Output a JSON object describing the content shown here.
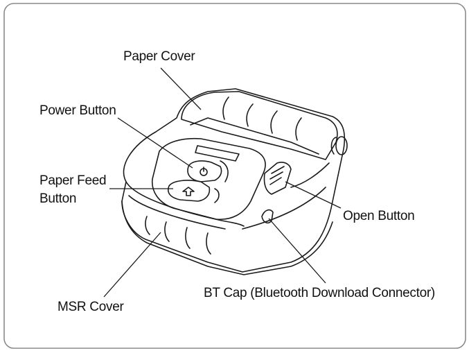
{
  "labels": {
    "paper_cover": "Paper Cover",
    "power_button": "Power Button",
    "paper_feed_line1": "Paper Feed",
    "paper_feed_line2": "Button",
    "open_button": "Open Button",
    "bt_cap": "BT Cap (Bluetooth Download Connector)",
    "msr_cover": "MSR Cover"
  },
  "colors": {
    "background": "#ffffff",
    "frame": "#8a8a8a",
    "line": "#1a1a1a",
    "text": "#111111"
  },
  "icons": [
    "power-icon",
    "paper-feed-icon"
  ]
}
